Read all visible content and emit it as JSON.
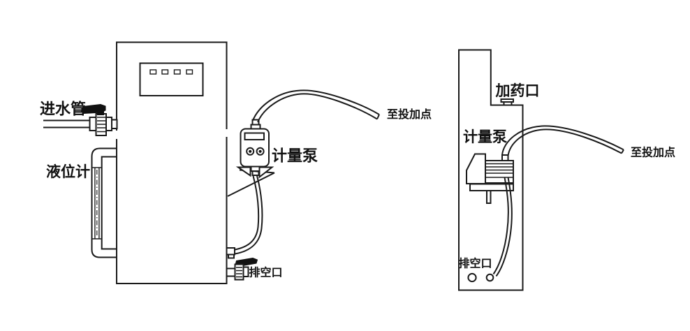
{
  "figure": {
    "type": "equipment-installation-diagram",
    "colors": {
      "line": "#1a1a1a",
      "background": "#ffffff",
      "label_text": "#111111"
    }
  },
  "left_unit": {
    "panel_indicator_count": 4,
    "labels": {
      "inlet_pipe": "进水管",
      "level_gauge": "液位计",
      "metering_pump": "计量泵",
      "to_dosing_point": "至投加点",
      "drain_port": "排空口"
    }
  },
  "right_unit": {
    "labels": {
      "dosing_port": "加药口",
      "metering_pump": "计量泵",
      "to_dosing_point": "至投加点",
      "drain_port": "排空口"
    }
  }
}
